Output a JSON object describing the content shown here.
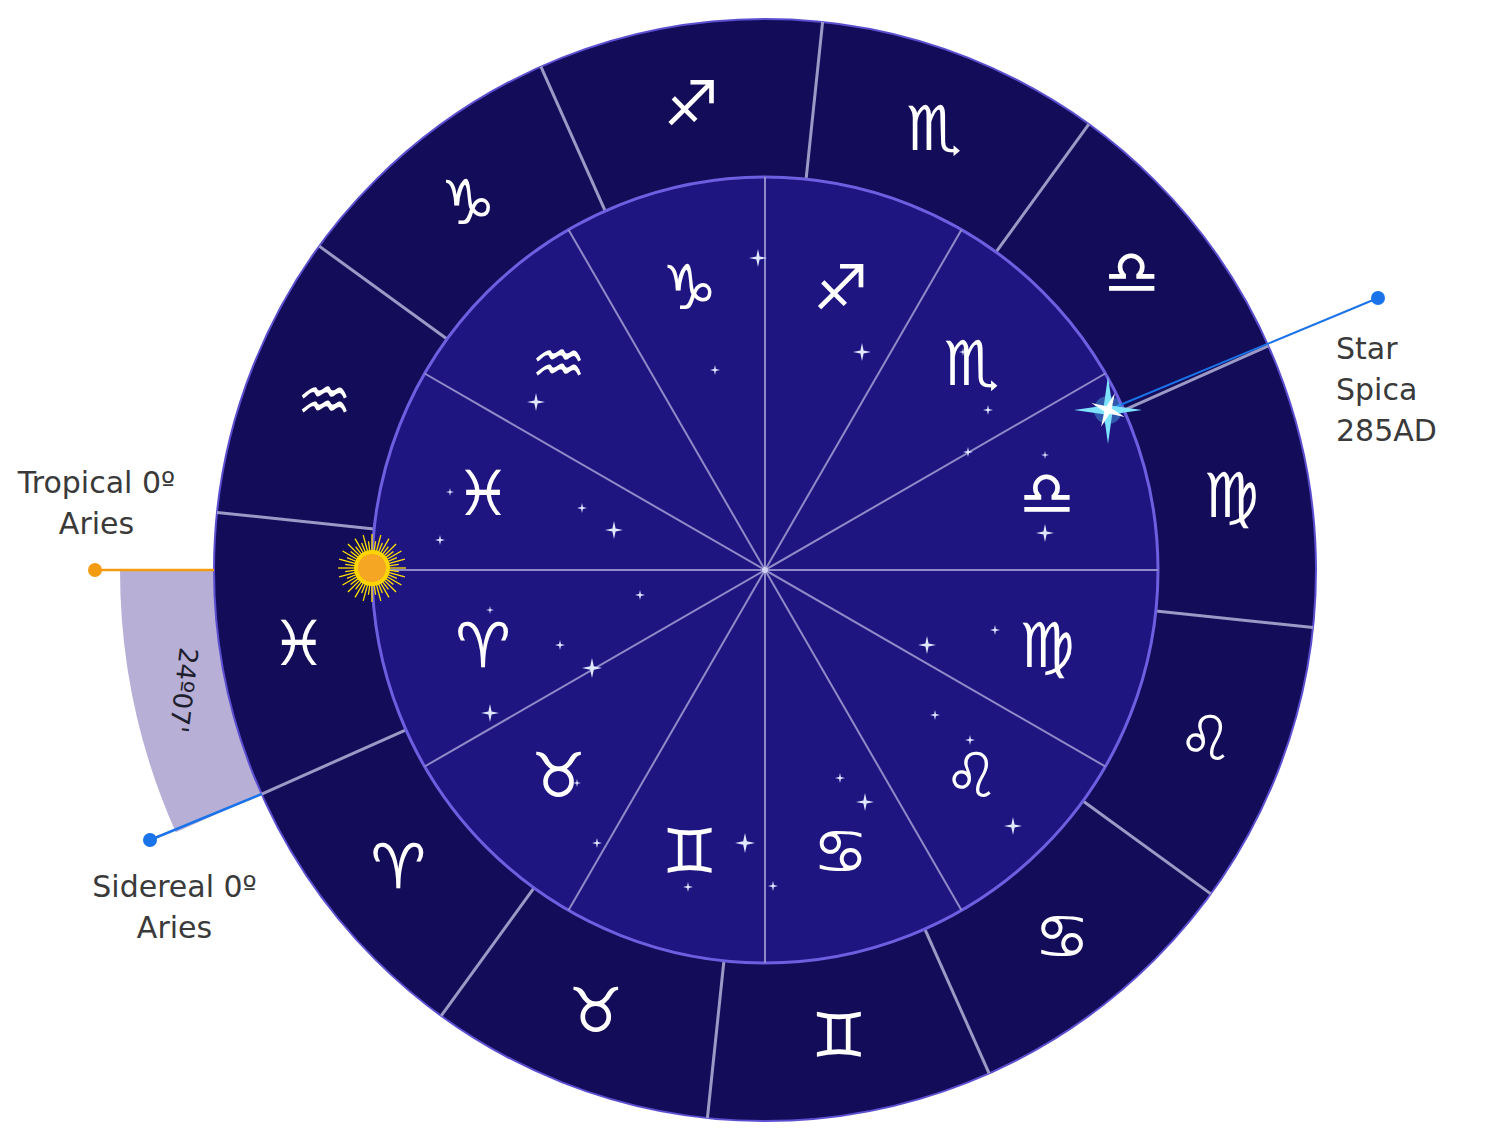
{
  "diagram": {
    "labels": [
      "Tropical 0º Aries",
      "Sidereal 0º Aries",
      "Star Spica 285AD",
      "24º07'",
      "♈",
      "♉",
      "♊",
      "♋",
      "♌",
      "♍",
      "♎",
      "♏",
      "♐",
      "♑",
      "♒",
      "♓",
      "♈",
      "♉",
      "♊",
      "♋",
      "♌",
      "♍",
      "♎",
      "♏",
      "♐",
      "♑",
      "♒",
      "♓"
    ]
  }
}
